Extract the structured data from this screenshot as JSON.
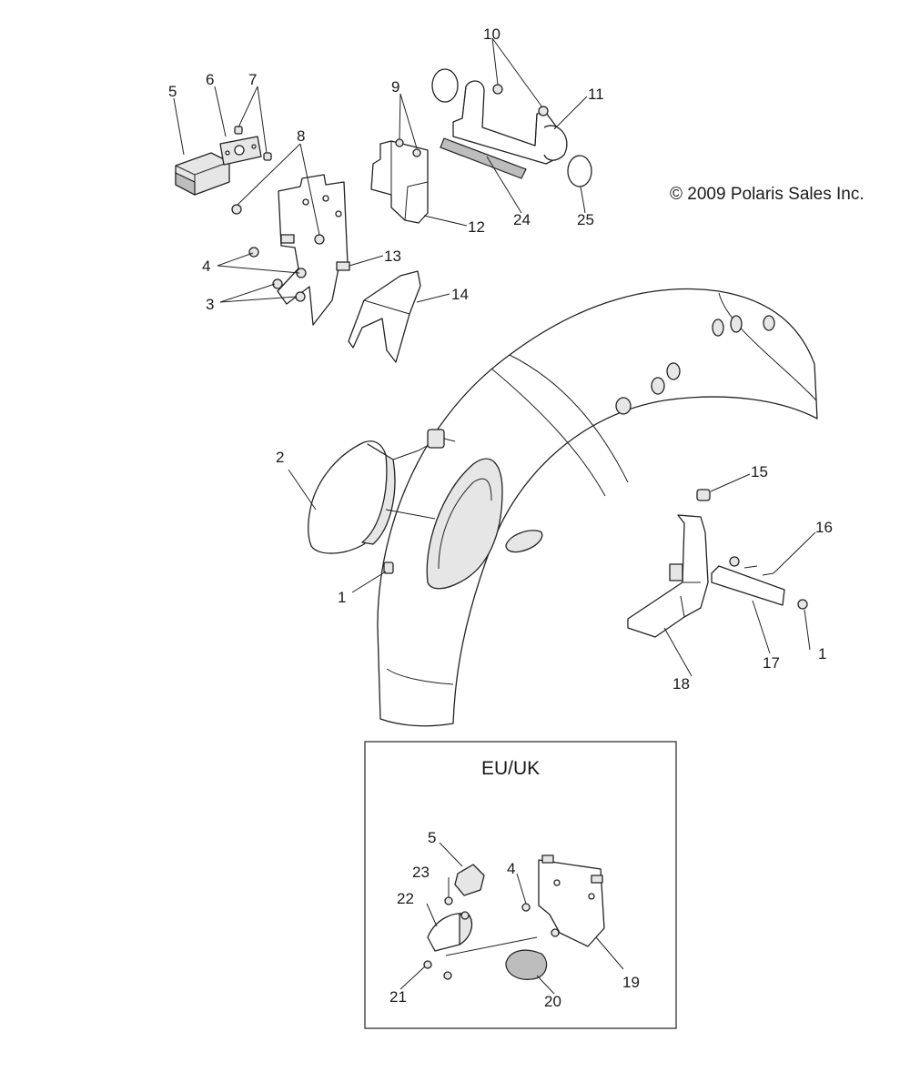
{
  "copyright": "© 2009 Polaris Sales Inc.",
  "inset_title": "EU/UK",
  "callouts": [
    {
      "id": "c5a",
      "text": "5"
    },
    {
      "id": "c6",
      "text": "6"
    },
    {
      "id": "c7",
      "text": "7"
    },
    {
      "id": "c8",
      "text": "8"
    },
    {
      "id": "c9",
      "text": "9"
    },
    {
      "id": "c10",
      "text": "10"
    },
    {
      "id": "c11",
      "text": "11"
    },
    {
      "id": "c12",
      "text": "12"
    },
    {
      "id": "c24",
      "text": "24"
    },
    {
      "id": "c25",
      "text": "25"
    },
    {
      "id": "c4a",
      "text": "4"
    },
    {
      "id": "c13",
      "text": "13"
    },
    {
      "id": "c3",
      "text": "3"
    },
    {
      "id": "c14",
      "text": "14"
    },
    {
      "id": "c2",
      "text": "2"
    },
    {
      "id": "c1a",
      "text": "1"
    },
    {
      "id": "c15",
      "text": "15"
    },
    {
      "id": "c16",
      "text": "16"
    },
    {
      "id": "c1b",
      "text": "1"
    },
    {
      "id": "c17",
      "text": "17"
    },
    {
      "id": "c18",
      "text": "18"
    },
    {
      "id": "c5b",
      "text": "5"
    },
    {
      "id": "c23",
      "text": "23"
    },
    {
      "id": "c4b",
      "text": "4"
    },
    {
      "id": "c22",
      "text": "22"
    },
    {
      "id": "c19",
      "text": "19"
    },
    {
      "id": "c21",
      "text": "21"
    },
    {
      "id": "c20",
      "text": "20"
    }
  ]
}
